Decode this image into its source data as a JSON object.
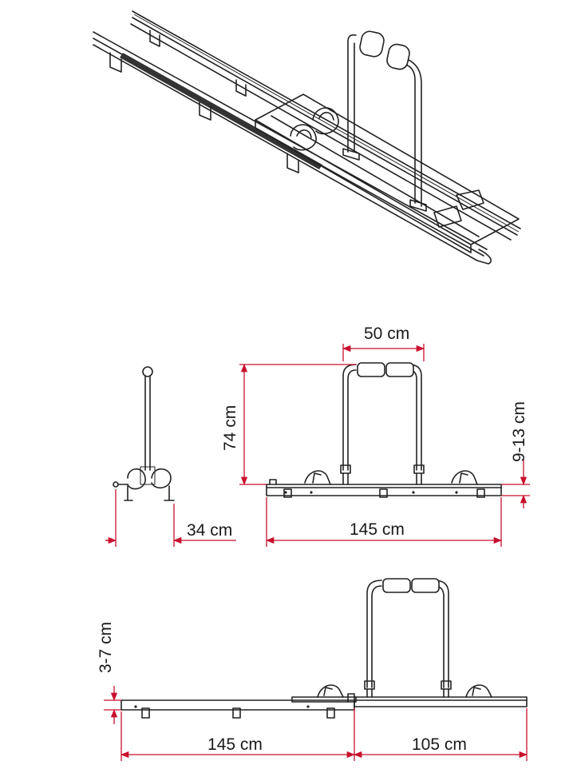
{
  "dimensions": {
    "side_view_width": "34 cm",
    "front_view_bar_width": "50 cm",
    "front_view_height": "74 cm",
    "front_view_clearance": "9-13 cm",
    "front_view_length": "145 cm",
    "extended_view_clearance": "3-7 cm",
    "extended_view_base_length": "145 cm",
    "extended_view_extension_length": "105 cm"
  },
  "colors": {
    "line": "#222222",
    "dimension": "#c8102e",
    "background": "#ffffff"
  }
}
